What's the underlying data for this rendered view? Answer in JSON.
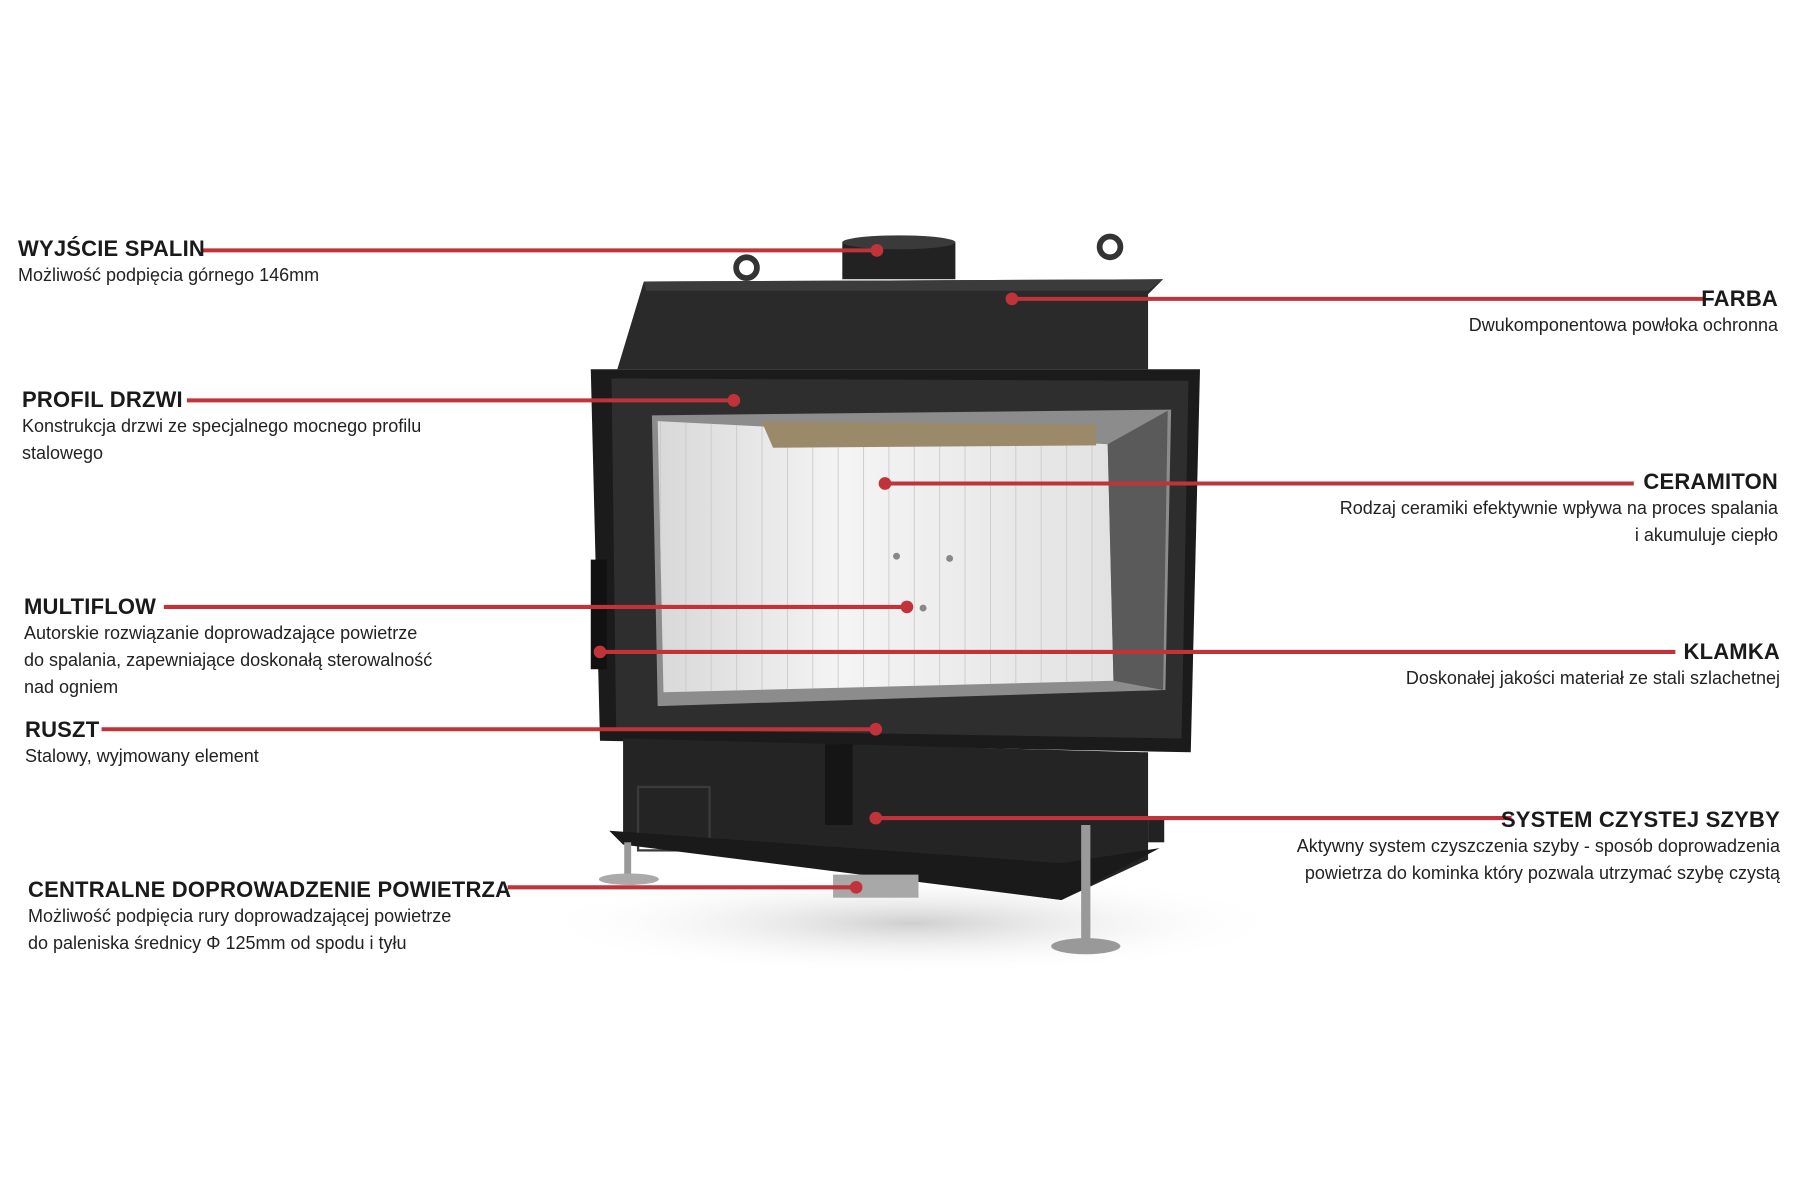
{
  "accent_color": "#c0333a",
  "features": [
    {
      "id": "wyjscie-spalin",
      "title": "WYJŚCIE SPALIN",
      "desc": [
        "Możliwość podpięcia górnego 146mm"
      ]
    },
    {
      "id": "profil-drzwi",
      "title": "PROFIL DRZWI",
      "desc": [
        "Konstrukcja drzwi ze specjalnego mocnego profilu",
        "stalowego"
      ]
    },
    {
      "id": "multiflow",
      "title": "MULTIFLOW",
      "desc": [
        "Autorskie rozwiązanie doprowadzające powietrze",
        "do spalania, zapewniające doskonałą sterowalność",
        "nad ogniem"
      ]
    },
    {
      "id": "ruszt",
      "title": "RUSZT",
      "desc": [
        "Stalowy, wyjmowany element"
      ]
    },
    {
      "id": "centralne",
      "title": "CENTRALNE DOPROWADZENIE POWIETRZA",
      "desc": [
        "Możliwość podpięcia rury doprowadzającej powietrze",
        "do paleniska średnicy Φ 125mm od spodu i tyłu"
      ]
    },
    {
      "id": "farba",
      "title": "FARBA",
      "desc": [
        "Dwukomponentowa powłoka ochronna"
      ]
    },
    {
      "id": "ceramiton",
      "title": "CERAMITON",
      "desc": [
        "Rodzaj ceramiki efektywnie wpływa na proces spalania",
        "i akumuluje ciepło"
      ]
    },
    {
      "id": "klamka",
      "title": "KLAMKA",
      "desc": [
        "Doskonałej jakości materiał ze stali szlachetnej"
      ]
    },
    {
      "id": "system-czystej-szyby",
      "title": "SYSTEM CZYSTEJ SZYBY",
      "desc": [
        "Aktywny system czyszczenia szyby - sposób doprowadzenia",
        "powietrza do kominka który pozwala utrzymać szybę czystą"
      ]
    }
  ]
}
